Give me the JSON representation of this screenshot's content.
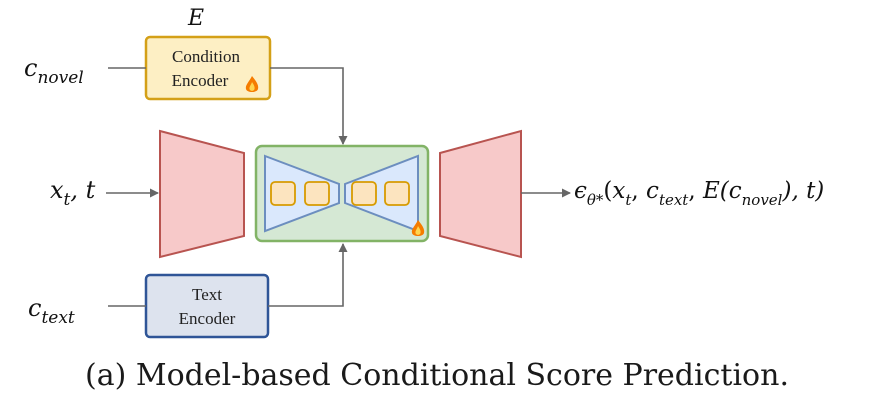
{
  "inputs": {
    "c_novel": {
      "base": "c",
      "sub": "novel"
    },
    "x_t": {
      "base": "x",
      "sub": "t",
      "suffix": ", t"
    },
    "c_text": {
      "base": "c",
      "sub": "text"
    }
  },
  "encoders": {
    "condition_label": "E",
    "condition_line1": "Condition",
    "condition_line2": "Encoder",
    "text_line1": "Text",
    "text_line2": "Encoder"
  },
  "output": {
    "eps": "ϵ",
    "theta": "θ*",
    "args": {
      "x": "x",
      "x_sub": "t",
      "c1": "c",
      "c1_sub": "text",
      "E": "E(c",
      "c2_sub": "novel",
      "tail": "), t)"
    }
  },
  "caption": "(a) Model-based Conditional Score Prediction.",
  "colors": {
    "condition_fill": "#fdefc4",
    "condition_stroke": "#d4a017",
    "text_fill": "#dde3ee",
    "text_stroke": "#2f5597",
    "trapezoid_fill": "#f7c9c9",
    "trapezoid_stroke": "#b85450",
    "unet_fill": "#d5e8d4",
    "unet_stroke": "#82b366",
    "inner_fill": "#dae8fc",
    "inner_stroke": "#6c8ebf",
    "block_fill": "#fce4bf",
    "block_stroke": "#d79b00",
    "arrow": "#666666"
  },
  "icons": [
    "fire-icon"
  ]
}
